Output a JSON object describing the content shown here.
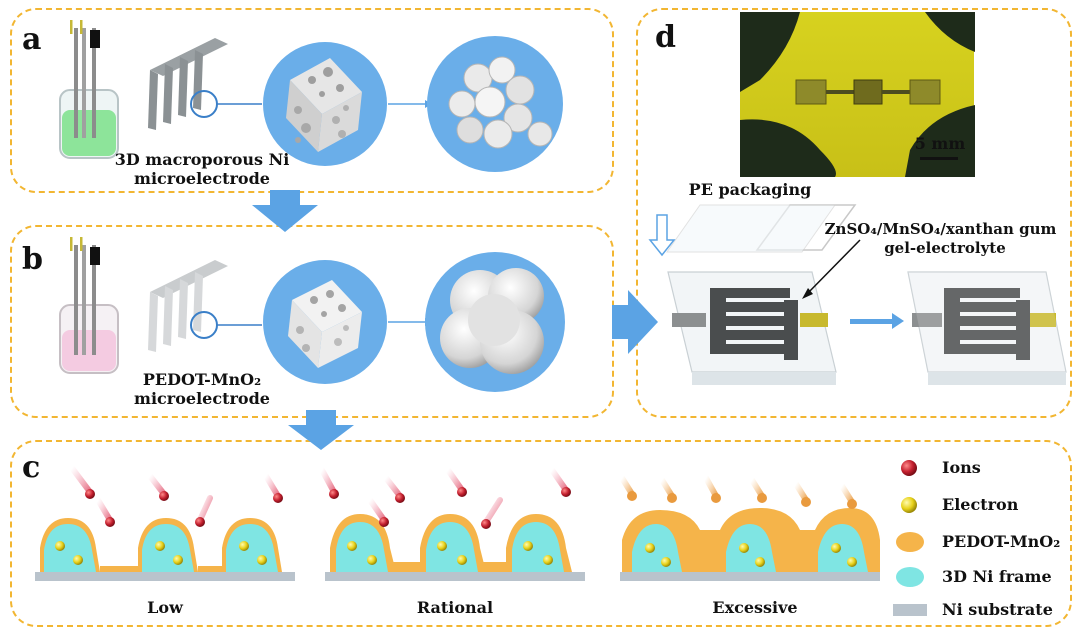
{
  "panels": {
    "a": {
      "label": "a",
      "caption_line1": "3D macroporous Ni",
      "caption_line2": "microelectrode"
    },
    "b": {
      "label": "b",
      "caption_line1": "PEDOT-MnO₂",
      "caption_line2": "microelectrode"
    },
    "c": {
      "label": "c",
      "levels": [
        "Low",
        "Rational",
        "Excessive"
      ]
    },
    "d": {
      "label": "d",
      "scale_bar": "5 mm",
      "packaging": "PE packaging",
      "electrolyte_line1": "ZnSO₄/MnSO₄/xanthan gum",
      "electrolyte_line2": "gel-electrolyte"
    }
  },
  "legend": [
    {
      "label": "Ions",
      "icon": "ion-sphere-icon",
      "color": "#c4202f"
    },
    {
      "label": "Electron",
      "icon": "electron-sphere-icon",
      "color": "#e8d21a"
    },
    {
      "label": "PEDOT-MnO₂",
      "icon": "pedot-mno2-ellipse-icon",
      "color": "#f5b44a"
    },
    {
      "label": "3D Ni frame",
      "icon": "ni-frame-ellipse-icon",
      "color": "#7fe5e3"
    },
    {
      "label": "Ni substrate",
      "icon": "ni-substrate-rect-icon",
      "color": "#b9c3cc"
    }
  ],
  "colors": {
    "panel_border": "#f2b632",
    "arrow": "#5ba3e4",
    "circle": "#6aaee9",
    "gel_green": "#7be08a",
    "gel_pink": "#f4c7df"
  }
}
